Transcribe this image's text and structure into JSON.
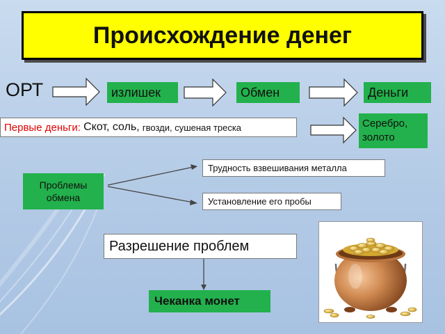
{
  "title": "Происхождение денег",
  "opt_label": "ОРТ",
  "flow": {
    "surplus": "излишек",
    "exchange": "Обмен",
    "money": "Деньги"
  },
  "first_money": {
    "prefix": "Первые деньги:",
    "main": "Скот, соль,",
    "rest": "гвозди, сушеная треска"
  },
  "silver_gold": {
    "line1": "Серебро,",
    "line2": "золото"
  },
  "problems": {
    "line1": "Проблемы",
    "line2": "обмена"
  },
  "problem_items": {
    "weighing": "Трудность взвешивания металла",
    "assay": "Установление его пробы"
  },
  "resolution": "Разрешение проблем",
  "coinage": "Чеканка монет",
  "colors": {
    "title_bg": "#ffff00",
    "green": "#22b14c",
    "red_text": "#e00000"
  },
  "icons": [
    "pot-of-coins-icon"
  ]
}
